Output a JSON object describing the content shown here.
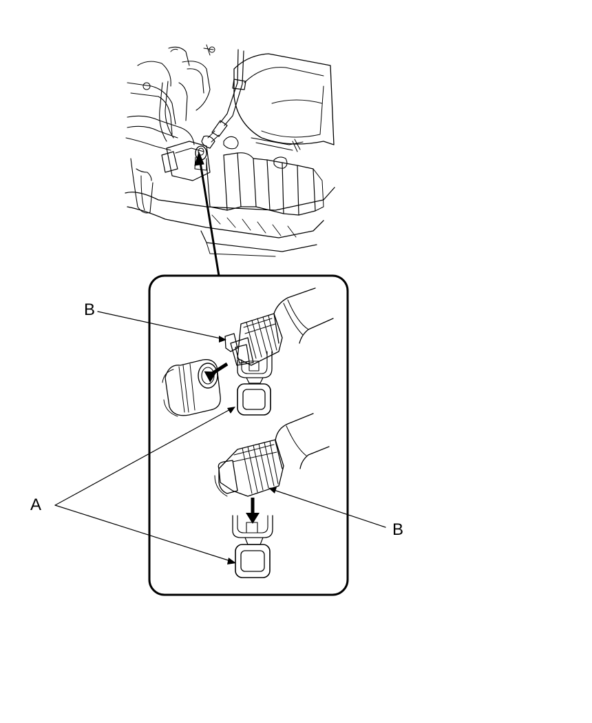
{
  "callouts": {
    "a": "A",
    "b_top": "B",
    "b_bottom": "B"
  },
  "colors": {
    "line": "#000000",
    "background": "#ffffff",
    "shading": "#e6e6e6"
  }
}
